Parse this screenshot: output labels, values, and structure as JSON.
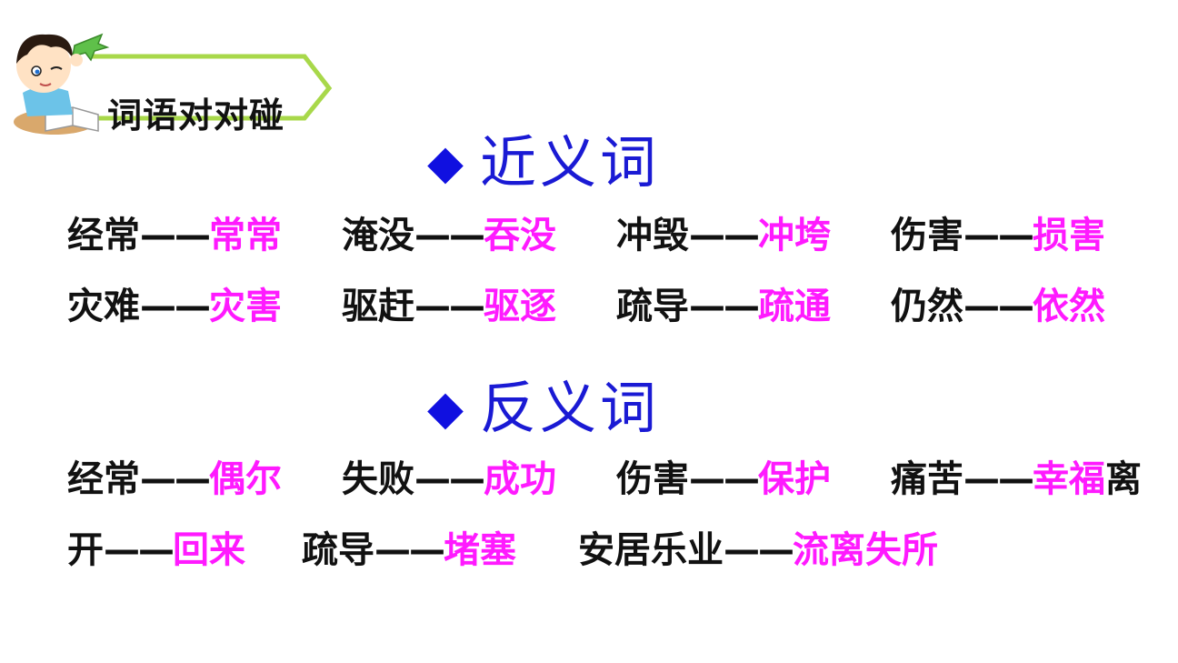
{
  "badge": {
    "title": "词语对对碰"
  },
  "synonyms": {
    "title": "近义词",
    "dash": "——",
    "pairs": [
      {
        "word": "经常",
        "answer": "常常"
      },
      {
        "word": "淹没",
        "answer": "吞没"
      },
      {
        "word": "冲毁",
        "answer": "冲垮"
      },
      {
        "word": "伤害",
        "answer": "损害"
      },
      {
        "word": "灾难",
        "answer": "灾害"
      },
      {
        "word": "驱赶",
        "answer": "驱逐"
      },
      {
        "word": "疏导",
        "answer": "疏通"
      },
      {
        "word": "仍然",
        "answer": "依然"
      }
    ]
  },
  "antonyms": {
    "title": "反义词",
    "dash": "——",
    "pairs": [
      {
        "word": "经常",
        "answer": "偶尔"
      },
      {
        "word": "失败",
        "answer": "成功"
      },
      {
        "word": "伤害",
        "answer": "保护"
      },
      {
        "word": "痛苦",
        "answer": "幸福"
      },
      {
        "word": "离开",
        "answer": "回来"
      },
      {
        "word": "疏导",
        "answer": "堵塞"
      },
      {
        "word": "安居乐业",
        "answer": "流离失所"
      }
    ]
  },
  "colors": {
    "title_blue": "#1a1ad4",
    "answer_magenta": "#ff1aff",
    "badge_green": "#a8d84a"
  }
}
